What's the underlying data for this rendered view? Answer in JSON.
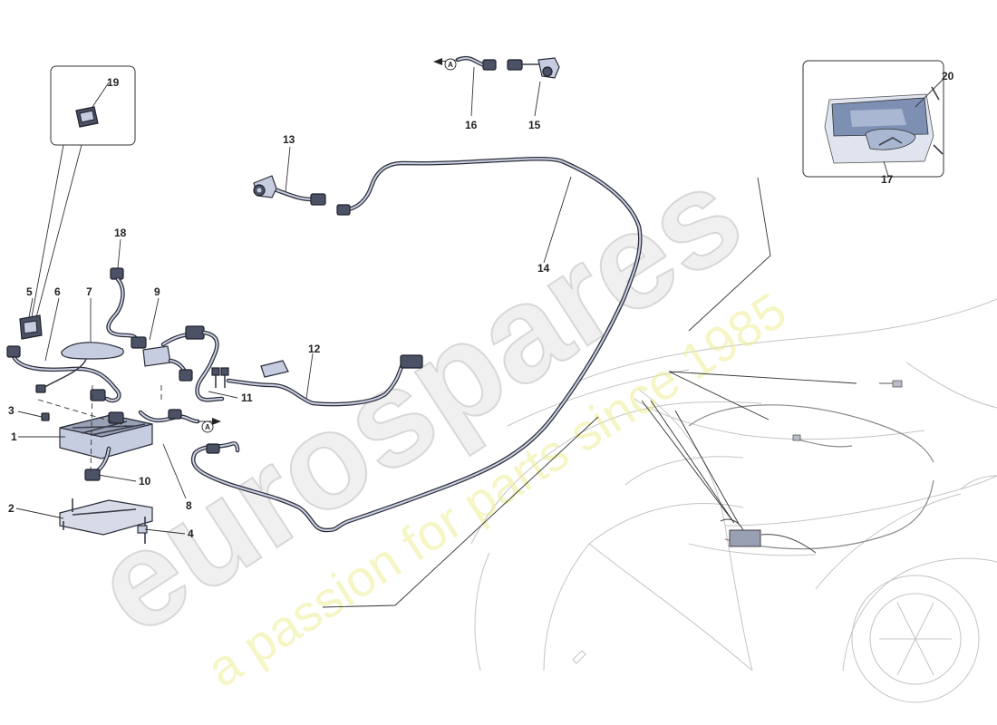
{
  "diagram": {
    "callouts": [
      "1",
      "2",
      "3",
      "4",
      "5",
      "6",
      "7",
      "8",
      "9",
      "10",
      "11",
      "12",
      "13",
      "14",
      "15",
      "16",
      "17",
      "18",
      "19",
      "20"
    ],
    "marker_letter": "A"
  },
  "watermark": {
    "brand": "eurospares",
    "slogan": "a passion for parts since 1985"
  }
}
